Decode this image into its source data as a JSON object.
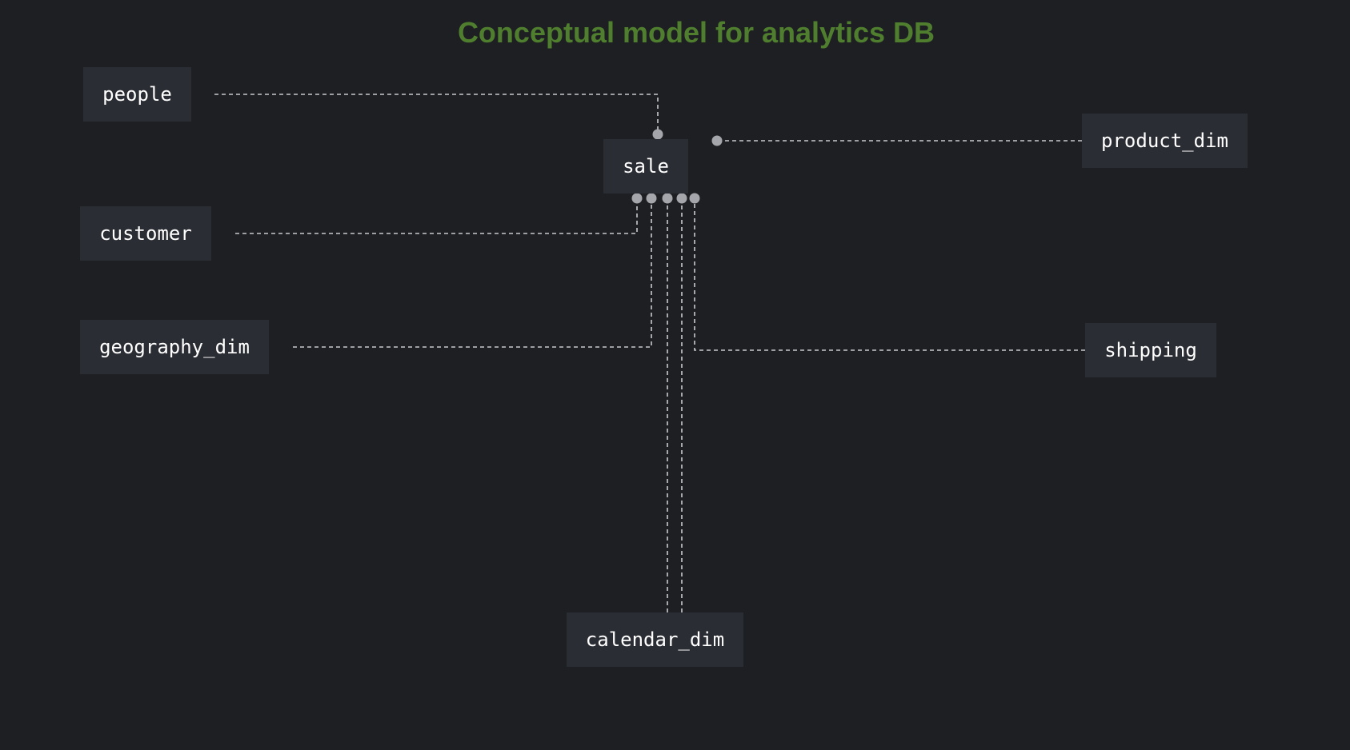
{
  "title": "Conceptual model for analytics DB",
  "colors": {
    "background": "#1e1f23",
    "entity_fill": "#2b2d35",
    "entity_text": "#ffffff",
    "title": "#4f7f2e",
    "connector": "#c9cacd",
    "endpoint_dot": "#a5a6ab"
  },
  "entities": {
    "people": "people",
    "sale": "sale",
    "product_dim": "product_dim",
    "customer": "customer",
    "geography_dim": "geography_dim",
    "shipping": "shipping",
    "calendar_dim": "calendar_dim"
  },
  "relationships": [
    {
      "from": "people",
      "to": "sale"
    },
    {
      "from": "product_dim",
      "to": "sale"
    },
    {
      "from": "customer",
      "to": "sale"
    },
    {
      "from": "geography_dim",
      "to": "sale"
    },
    {
      "from": "calendar_dim",
      "to": "sale"
    },
    {
      "from": "calendar_dim",
      "to": "sale"
    },
    {
      "from": "shipping",
      "to": "sale"
    }
  ]
}
